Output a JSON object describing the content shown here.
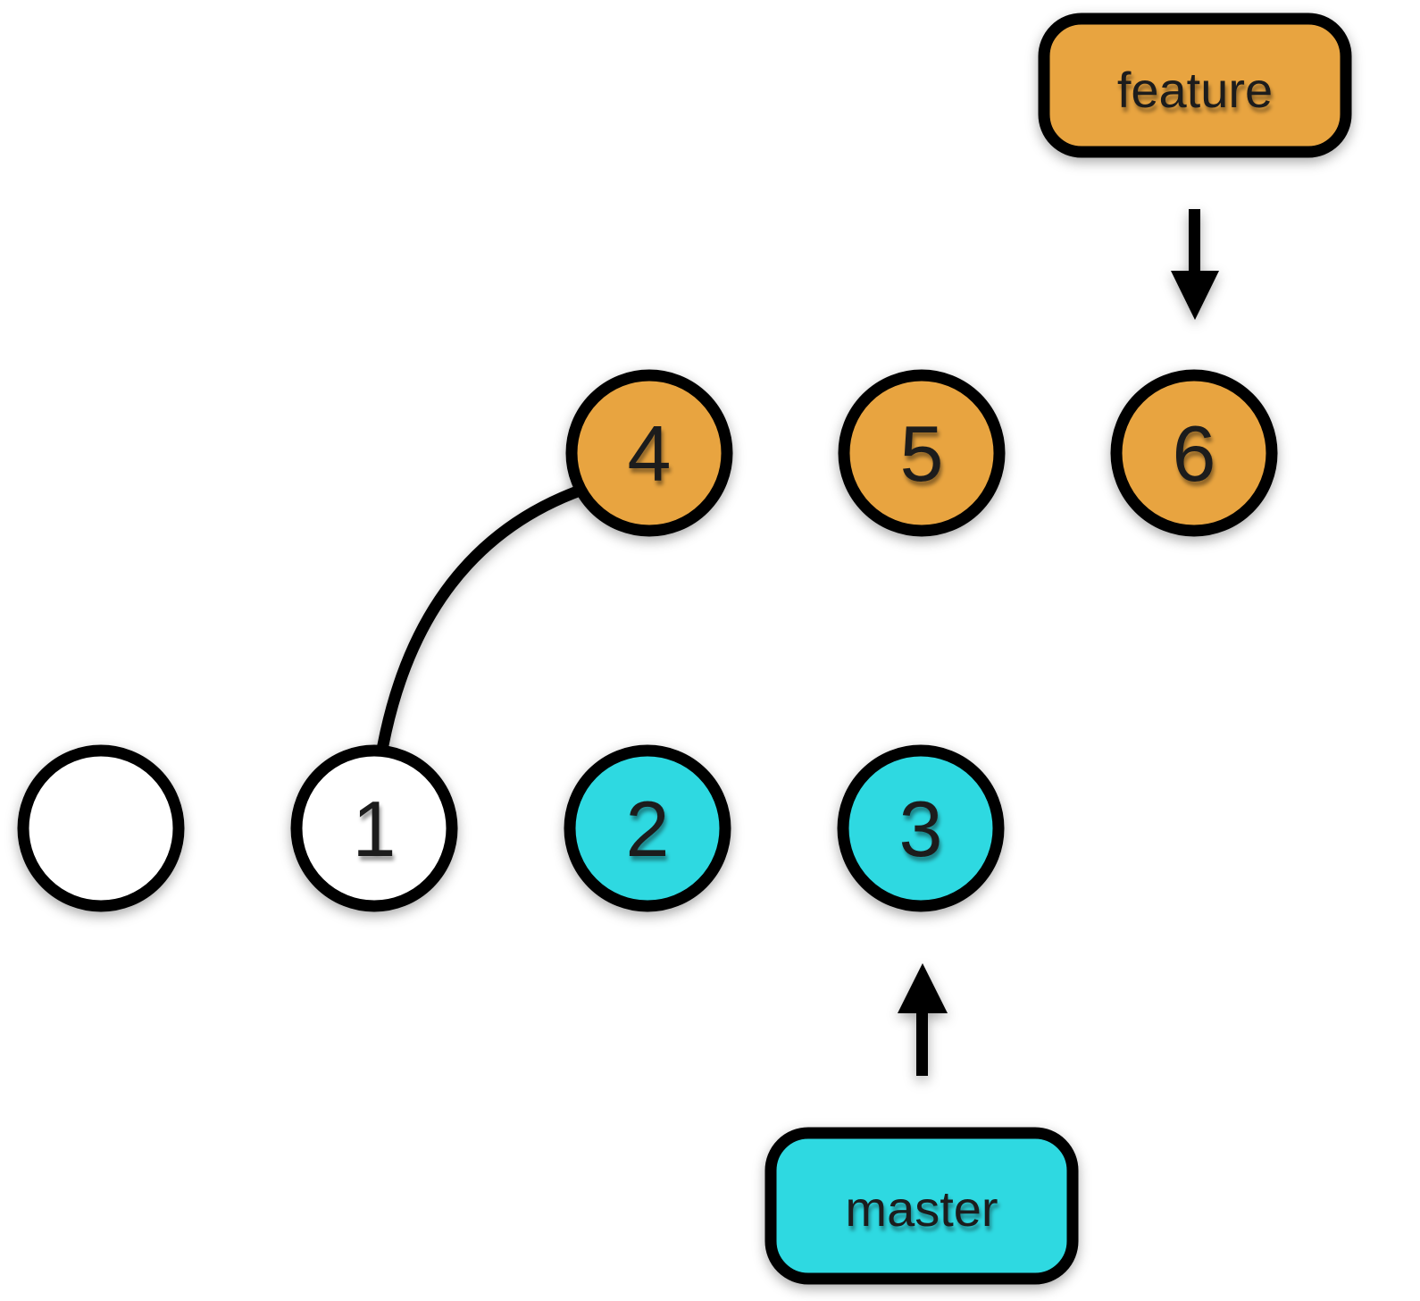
{
  "diagram": {
    "kind": "git-commit-graph",
    "background": "#FFFFFF"
  },
  "branches": {
    "feature": {
      "label": "feature",
      "fill": "#E8A440",
      "head_commit": "6"
    },
    "master": {
      "label": "master",
      "fill": "#2DD9E1",
      "head_commit": "3"
    }
  },
  "commits": {
    "root": {
      "label": ""
    },
    "c1": {
      "label": "1"
    },
    "c2": {
      "label": "2"
    },
    "c3": {
      "label": "3"
    },
    "c4": {
      "label": "4"
    },
    "c5": {
      "label": "5"
    },
    "c6": {
      "label": "6"
    }
  },
  "edges": [
    [
      "root",
      "c1"
    ],
    [
      "c1",
      "c2"
    ],
    [
      "c2",
      "c3"
    ],
    [
      "c1",
      "c4"
    ],
    [
      "c4",
      "c5"
    ],
    [
      "c5",
      "c6"
    ]
  ],
  "colors": {
    "plain_commit_fill": "#FFFFFF",
    "outline": "#000000",
    "text": "#1A1A1A"
  }
}
